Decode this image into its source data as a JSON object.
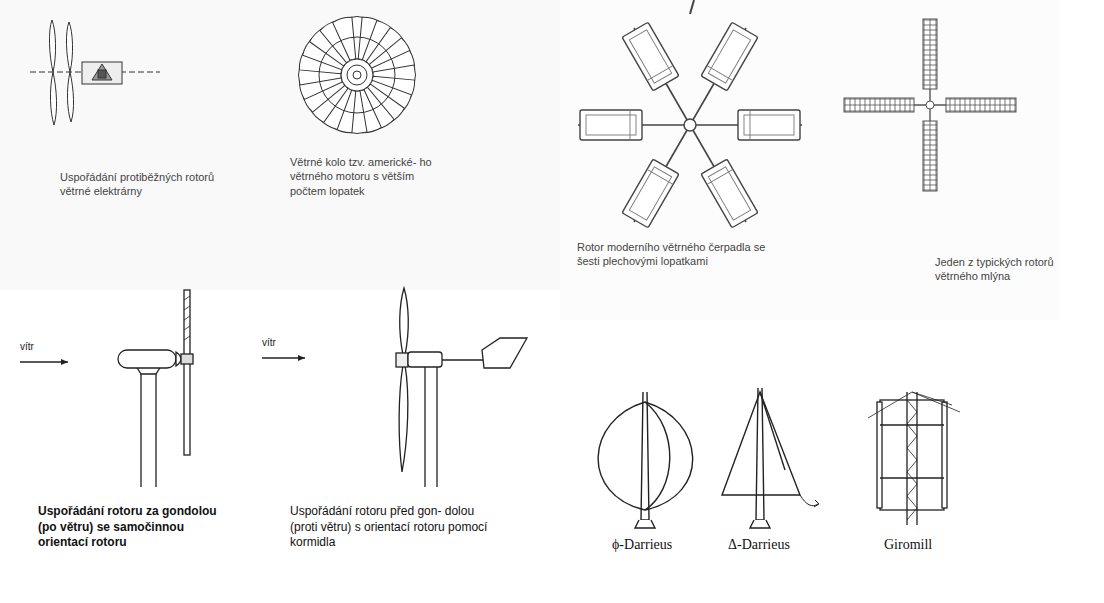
{
  "diagram": {
    "labels": [
      "Uspořádání protiběžných rotorů větrné elektrárny",
      "Větrné kolo tzv. americké- ho větrného motoru s větším počtem lopatek",
      "Rotor moderního větrného čerpadla se šesti plechovými lopatkami",
      "Jeden z typických rotorů větrného mlýna",
      "vítr",
      "Uspořádání rotoru za gondolou (po větru) se samočinnou orientací rotoru",
      "vítr",
      "Uspořádání rotoru před gon- dolou (proti větru) s orientací rotoru pomocí kormidla",
      "ϕ-Darrieus",
      "Δ-Darrieus",
      "Giromill"
    ]
  }
}
